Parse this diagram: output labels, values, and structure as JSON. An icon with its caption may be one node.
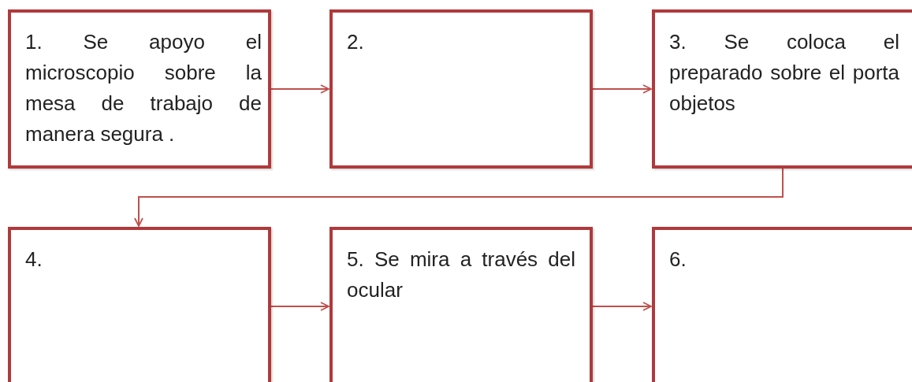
{
  "diagram": {
    "nodes": [
      {
        "text": [
          "1. Se apoyo el microscopio sobre la mesa de trabajo de manera segura ."
        ]
      },
      {
        "text": [
          "2."
        ]
      },
      {
        "text": [
          "3. Se coloca el preparado sobre el porta objetos"
        ]
      },
      {
        "text": [
          "4."
        ]
      },
      {
        "text": [
          "5. Se mira a través del ocular"
        ]
      },
      {
        "text": [
          "6."
        ]
      }
    ],
    "edges": [
      {
        "from": 0,
        "to": 1,
        "arrow": "to"
      },
      {
        "from": 1,
        "to": 2,
        "arrow": "to"
      },
      {
        "from": 2,
        "to": 3,
        "arrow": "to"
      },
      {
        "from": 3,
        "to": 4,
        "arrow": "to"
      },
      {
        "from": 4,
        "to": 5,
        "arrow": "to"
      }
    ]
  }
}
